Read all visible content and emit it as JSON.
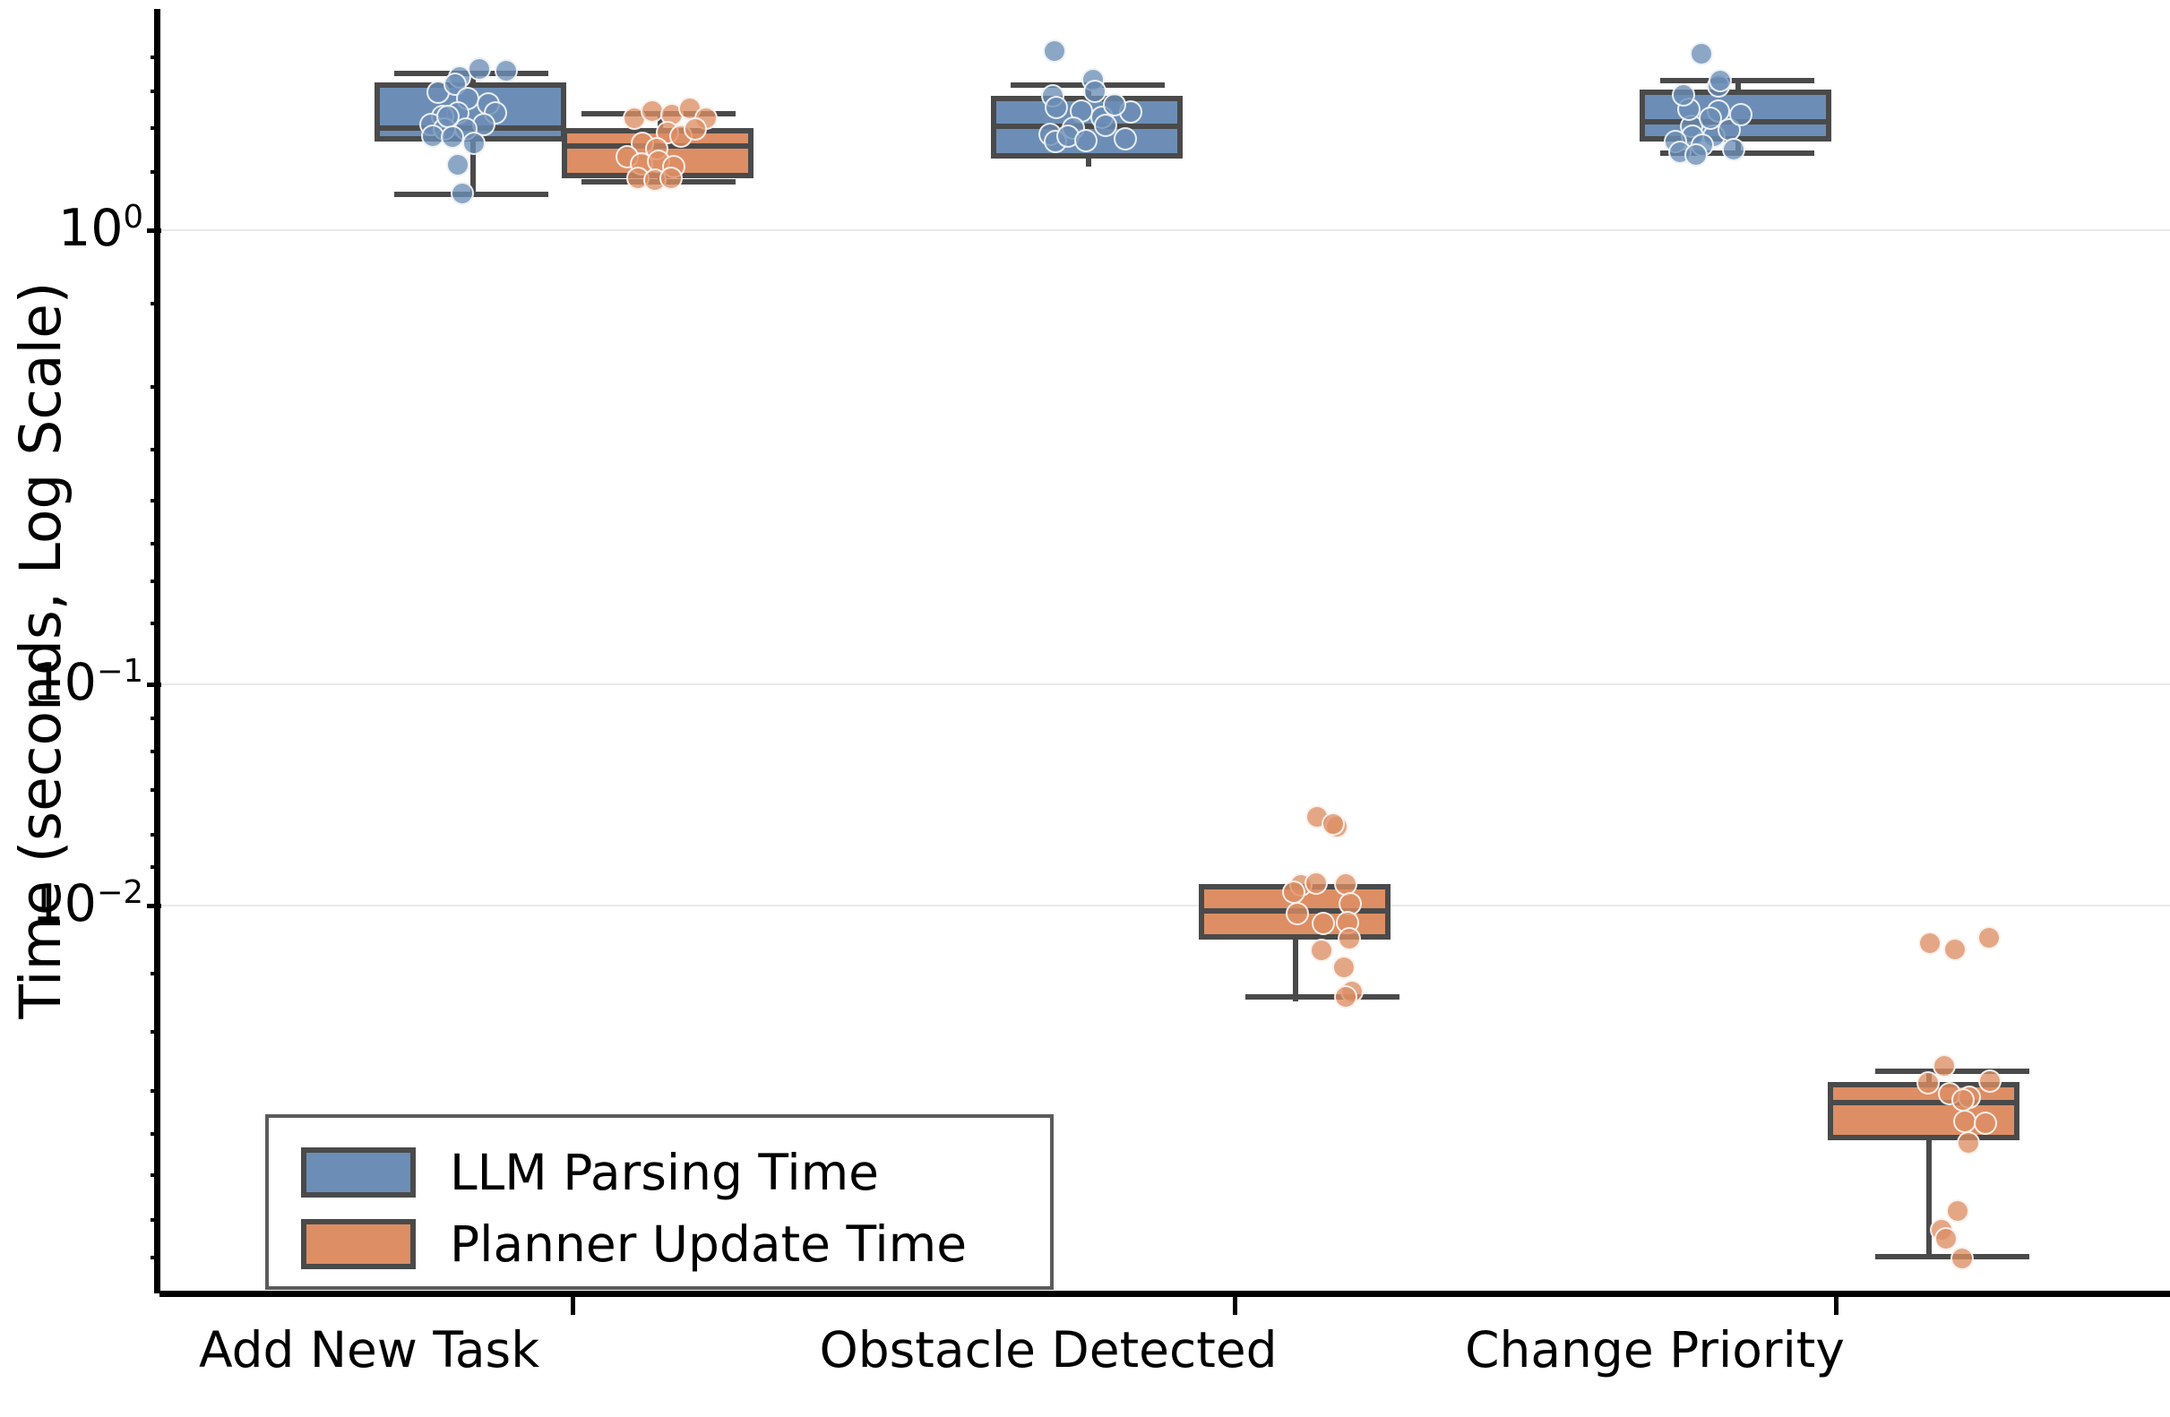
{
  "chart_data": {
    "type": "box",
    "title": "",
    "xlabel": "",
    "ylabel": "Time (seconds, Log Scale)",
    "y_scale": "log",
    "ylim": [
      0.0017,
      8.5
    ],
    "grid": "horizontal",
    "legend_position": "lower left",
    "categories": [
      "Add New Task",
      "Obstacle Detected",
      "Change Priority"
    ],
    "y_tick_labels": [
      "10⁰",
      "10⁻¹",
      "10⁻²"
    ],
    "y_tick_values": [
      1,
      0.1,
      0.01
    ],
    "colors": {
      "llm_parsing": "#6c8eb6",
      "planner_update": "#dd8e64",
      "box_edge": "#4a4a4a",
      "grid": "#e9e9e9",
      "axis": "#000000"
    },
    "series": [
      {
        "name": "LLM Parsing Time",
        "color": "#6c8eb6",
        "boxes": [
          {
            "category": "Add New Task",
            "whisker_low": 2.62,
            "q1": 3.3,
            "median": 3.62,
            "q3": 4.42,
            "whisker_high": 5.12,
            "points": [
              3.9,
              4.55,
              4.9,
              5.05,
              4.3,
              4.6,
              4.15,
              3.55,
              3.35,
              3.85,
              3.3,
              3.2,
              3.05,
              3.75,
              3.6,
              3.4,
              2.95,
              4.75,
              2.72,
              3.45
            ]
          },
          {
            "category": "Obstacle Detected",
            "whisker_low": 2.42,
            "q1": 2.92,
            "median": 3.35,
            "q3": 3.95,
            "whisker_high": 4.45,
            "points": [
              6.5,
              4.3,
              4.0,
              3.55,
              3.3,
              3.7,
              3.45,
              3.1,
              2.95,
              2.65,
              2.52,
              2.45,
              2.5,
              3.6,
              3.25,
              2.85
            ]
          },
          {
            "category": "Change Priority",
            "whisker_low": 2.22,
            "q1": 2.72,
            "median": 3.1,
            "q3": 3.95,
            "whisker_high": 4.75,
            "points": [
              5.45,
              4.45,
              4.2,
              3.95,
              3.7,
              3.5,
              3.25,
              3.05,
              2.95,
              2.8,
              2.7,
              2.6,
              2.55,
              2.35,
              2.28,
              3.4,
              3.15
            ]
          }
        ]
      },
      {
        "name": "Planner Update Time",
        "color": "#dd8e64",
        "boxes": [
          {
            "category": "Add New Task",
            "whisker_low": 1.72,
            "q1": 1.92,
            "median": 2.28,
            "q3": 2.72,
            "whisker_high": 3.2,
            "points": [
              3.1,
              2.95,
              2.75,
              2.62,
              2.55,
              2.45,
              2.4,
              2.3,
              2.05,
              1.98,
              1.9,
              1.88,
              1.84,
              1.8,
              1.76,
              3.05,
              2.85
            ]
          },
          {
            "category": "Obstacle Detected",
            "whisker_low": 0.0114,
            "q1": 0.0172,
            "median": 0.0195,
            "q3": 0.0228,
            "whisker_high": 0.0255,
            "points": [
              0.038,
              0.0375,
              0.0355,
              0.0245,
              0.024,
              0.0235,
              0.0225,
              0.0215,
              0.0205,
              0.0195,
              0.0185,
              0.018,
              0.017,
              0.0157,
              0.0118,
              0.0115
            ]
          },
          {
            "category": "Change Priority",
            "whisker_low": 0.00205,
            "q1": 0.0048,
            "median": 0.0057,
            "q3": 0.00645,
            "whisker_high": 0.00735,
            "points": [
              0.0163,
              0.0162,
              0.0172,
              0.0072,
              0.0068,
              0.0064,
              0.0061,
              0.0059,
              0.0056,
              0.0054,
              0.0052,
              0.0048,
              0.0044,
              0.0028,
              0.0026,
              0.00207
            ]
          }
        ]
      }
    ]
  },
  "axis": {
    "y_title": "Time (seconds, Log Scale)",
    "ticks": [
      {
        "label_base": "10",
        "label_exp": "0"
      },
      {
        "label_base": "10",
        "label_exp": "−1"
      },
      {
        "label_base": "10",
        "label_exp": "−2"
      }
    ],
    "x_categories": [
      {
        "label": "Add New Task"
      },
      {
        "label": "Obstacle Detected"
      },
      {
        "label": "Change Priority"
      }
    ]
  },
  "legend": {
    "items": [
      {
        "label": "LLM Parsing Time",
        "color": "#6c8eb6"
      },
      {
        "label": "Planner Update Time",
        "color": "#dd8e64"
      }
    ]
  }
}
